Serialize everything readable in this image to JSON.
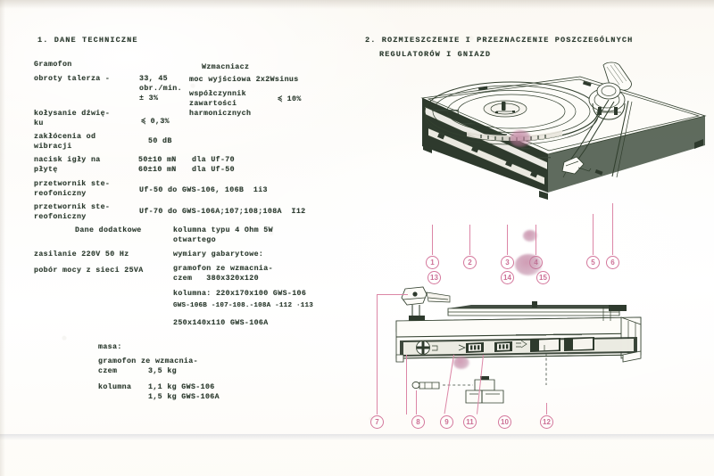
{
  "document": {
    "language": "Polish",
    "kind": "service-manual-page",
    "background_color": "#fdfbf7",
    "ink_color": "#2b3a2e",
    "callout_color": "#cc6f95",
    "stain_color": "#c484a2"
  },
  "section1": {
    "heading": "1. DANE TECHNICZNE",
    "left_column": {
      "subheading": "Gramofon",
      "rows": [
        {
          "label": "obroty talerza -",
          "value": "33, 45",
          "value2": "obr./min.",
          "value3": "± 3%"
        },
        {
          "label": "kołysanie dźwię-",
          "label2": "ku",
          "value": "≼ 0,3%"
        },
        {
          "label": "zakłócenia od",
          "label2": "wibracji",
          "value": "50 dB"
        },
        {
          "label": "nacisk igły na",
          "label2": "płytę",
          "value": "50±10 mN",
          "note": "dla Uf-70",
          "value2": "60±10 mN",
          "note2": "dla Uf-50"
        },
        {
          "label": "przetwornik ste-",
          "label2": "reofoniczny",
          "value": "Uf-50 do GWS-106, 106B  1i3"
        },
        {
          "label": "przetwornik ste-",
          "label2": "reofoniczny",
          "value": "Uf-70 do GWS-106A;107;108;108A  I12"
        },
        {
          "label": "Dane dodatkowe"
        },
        {
          "label": "zasilanie 220V 50 Hz"
        },
        {
          "label": "pobór mocy z sieci 25VA"
        }
      ]
    },
    "right_column": {
      "subheading": "Wzmacniacz",
      "rows": [
        {
          "label": "moc wyjściowa 2x2Wsinus"
        },
        {
          "label": "współczynnik",
          "label2": "zawartości",
          "label3": "harmonicznych",
          "value": "≼ 10%"
        },
        {
          "label": "kolumna typu 4 Ohm 5W",
          "label2": "otwartego"
        },
        {
          "label": "wymiary gabarytowe:"
        },
        {
          "label": "gramofon ze wzmacnia-",
          "label2": "czem   380x320x120"
        },
        {
          "label": "kolumna: 220x170x100 GWS-106"
        },
        {
          "label": "GWS-106B -107-108.-108A -112 ·113"
        },
        {
          "label": "250x140x110 GWS-106A"
        }
      ]
    },
    "mass_block": {
      "heading": "masa:",
      "rows": [
        {
          "label": "gramofon ze wzmacnia-",
          "label2": "czem",
          "value": "3,5 kg"
        },
        {
          "label": "kolumna",
          "value": "1,1 kg GWS-106",
          "value2": "1,5 kg GWS-106A"
        }
      ]
    }
  },
  "section2": {
    "heading_line1": "2. ROZMIESZCZENIE I PRZEZNACZENIE POSZCZEGÓLNYCH",
    "heading_line2": "REGULATORÓW I GNIAZD",
    "top_diagram": {
      "name": "turntable-perspective-view",
      "callouts_row1": [
        "1",
        "2",
        "3",
        "4",
        "5",
        "6"
      ],
      "callouts_row2": [
        "13",
        "14",
        "15"
      ]
    },
    "bottom_diagram": {
      "name": "turntable-rear-view",
      "callouts": [
        "7",
        "8",
        "9",
        "11",
        "10",
        "12"
      ]
    }
  }
}
